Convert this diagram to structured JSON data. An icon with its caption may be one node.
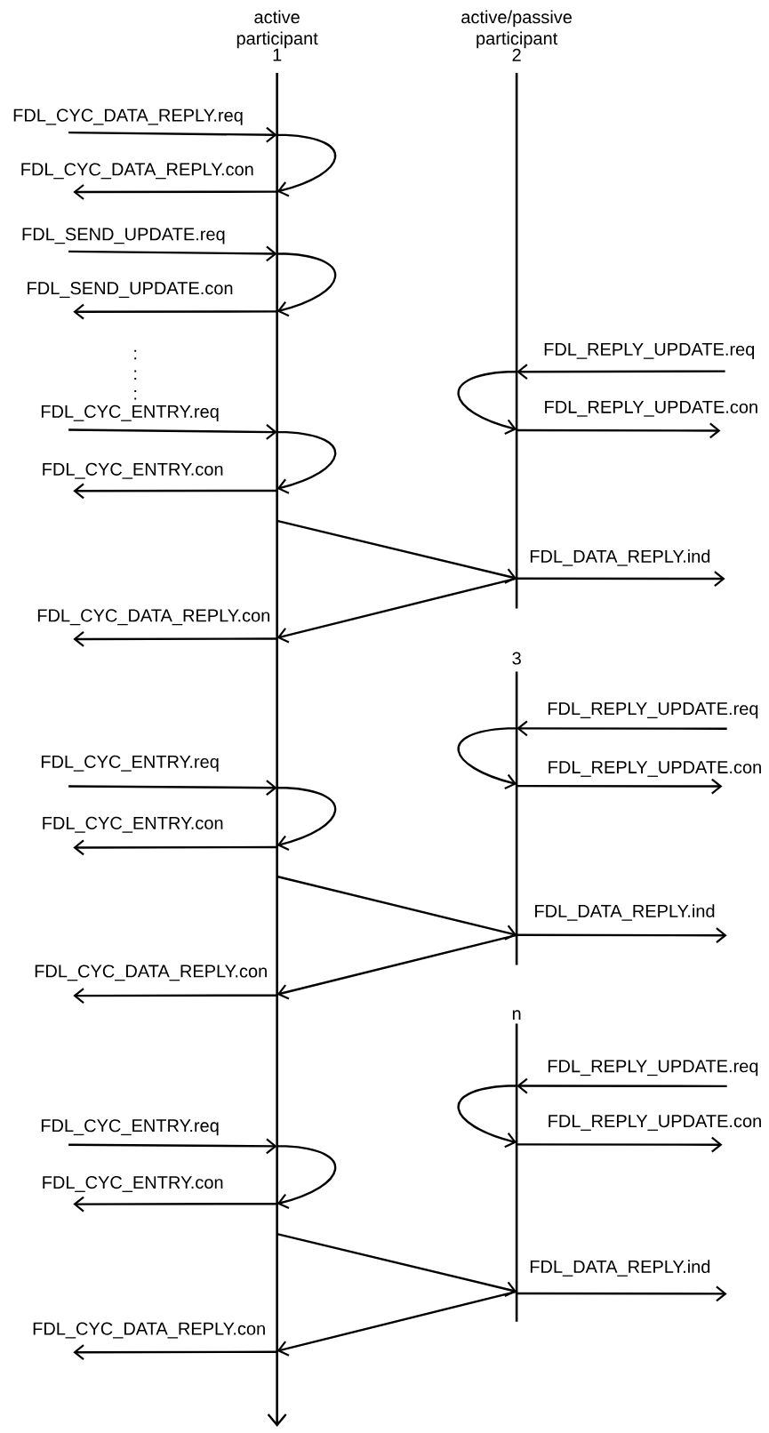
{
  "diagram": {
    "nodes": [
      {
        "text": [
          "active participant",
          "1"
        ]
      },
      {
        "text": [
          "active/passive participant",
          "2"
        ]
      },
      {
        "text": [
          "3"
        ]
      },
      {
        "text": [
          "n"
        ]
      }
    ],
    "edges": [
      {
        "from": null,
        "to": 0,
        "arrow": "to",
        "label": "FDL_CYC_DATA_REPLY.req"
      },
      {
        "from": 0,
        "to": 0,
        "arrow": "to"
      },
      {
        "from": 0,
        "to": null,
        "arrow": "to",
        "label": "FDL_CYC_DATA_REPLY.con"
      },
      {
        "from": null,
        "to": 0,
        "arrow": "to",
        "label": "FDL_SEND_UPDATE.req"
      },
      {
        "from": 0,
        "to": 0,
        "arrow": "to"
      },
      {
        "from": 0,
        "to": null,
        "arrow": "to",
        "label": "FDL_SEND_UPDATE.con"
      },
      {
        "from": null,
        "to": 1,
        "arrow": "to",
        "label": "FDL_REPLY_UPDATE.req"
      },
      {
        "from": 1,
        "to": 1,
        "arrow": "to"
      },
      {
        "from": 1,
        "to": null,
        "arrow": "to",
        "label": "FDL_REPLY_UPDATE.con"
      },
      {
        "from": null,
        "to": 0,
        "arrow": "to",
        "label": "FDL_CYC_ENTRY.req"
      },
      {
        "from": 0,
        "to": 0,
        "arrow": "to"
      },
      {
        "from": 0,
        "to": null,
        "arrow": "to",
        "label": "FDL_CYC_ENTRY.con"
      },
      {
        "from": 0,
        "to": 1,
        "arrow": "to"
      },
      {
        "from": 1,
        "to": null,
        "arrow": "to",
        "label": "FDL_DATA_REPLY.ind"
      },
      {
        "from": 1,
        "to": 0,
        "arrow": "to"
      },
      {
        "from": 0,
        "to": null,
        "arrow": "to",
        "label": "FDL_CYC_DATA_REPLY.con"
      },
      {
        "from": null,
        "to": 2,
        "arrow": "to",
        "label": "FDL_REPLY_UPDATE.req"
      },
      {
        "from": 2,
        "to": 2,
        "arrow": "to"
      },
      {
        "from": 2,
        "to": null,
        "arrow": "to",
        "label": "FDL_REPLY_UPDATE.con"
      },
      {
        "from": null,
        "to": 0,
        "arrow": "to",
        "label": "FDL_CYC_ENTRY.req"
      },
      {
        "from": 0,
        "to": 0,
        "arrow": "to"
      },
      {
        "from": 0,
        "to": null,
        "arrow": "to",
        "label": "FDL_CYC_ENTRY.con"
      },
      {
        "from": 0,
        "to": 2,
        "arrow": "to"
      },
      {
        "from": 2,
        "to": null,
        "arrow": "to",
        "label": "FDL_DATA_REPLY.ind"
      },
      {
        "from": 2,
        "to": 0,
        "arrow": "to"
      },
      {
        "from": 0,
        "to": null,
        "arrow": "to",
        "label": "FDL_CYC_DATA_REPLY.con"
      },
      {
        "from": null,
        "to": 3,
        "arrow": "to",
        "label": "FDL_REPLY_UPDATE.req"
      },
      {
        "from": 3,
        "to": 3,
        "arrow": "to"
      },
      {
        "from": 3,
        "to": null,
        "arrow": "to",
        "label": "FDL_REPLY_UPDATE.con"
      },
      {
        "from": null,
        "to": 0,
        "arrow": "to",
        "label": "FDL_CYC_ENTRY.req"
      },
      {
        "from": 0,
        "to": 0,
        "arrow": "to"
      },
      {
        "from": 0,
        "to": null,
        "arrow": "to",
        "label": "FDL_CYC_ENTRY.con"
      },
      {
        "from": 0,
        "to": 3,
        "arrow": "to"
      },
      {
        "from": 3,
        "to": null,
        "arrow": "to",
        "label": "FDL_DATA_REPLY.ind"
      },
      {
        "from": 3,
        "to": 0,
        "arrow": "to"
      },
      {
        "from": 0,
        "to": null,
        "arrow": "to",
        "label": "FDL_CYC_DATA_REPLY.con"
      }
    ],
    "labels": [
      ":",
      ":",
      ":"
    ]
  }
}
